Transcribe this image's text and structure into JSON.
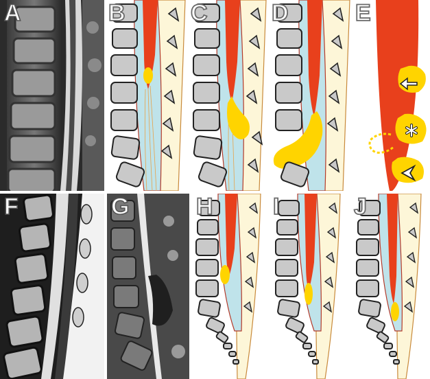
{
  "figure": {
    "panels": [
      {
        "id": "A",
        "label": "A",
        "kind": "mri"
      },
      {
        "id": "B",
        "label": "B",
        "kind": "schematic"
      },
      {
        "id": "C",
        "label": "C",
        "kind": "schematic"
      },
      {
        "id": "D",
        "label": "D",
        "kind": "schematic"
      },
      {
        "id": "E",
        "label": "E",
        "kind": "detail"
      },
      {
        "id": "F",
        "label": "F",
        "kind": "mri"
      },
      {
        "id": "G",
        "label": "G",
        "kind": "mri"
      },
      {
        "id": "H",
        "label": "H",
        "kind": "schematic"
      },
      {
        "id": "I",
        "label": "I",
        "kind": "schematic"
      },
      {
        "id": "J",
        "label": "J",
        "kind": "schematic"
      }
    ],
    "colors": {
      "cord": "#e8401c",
      "lesion": "#ffd400",
      "csf": "#bfe3ea",
      "canal_bg": "#fdf6d8",
      "vertebra": "#c9c9c9",
      "vertebra_outline": "#222222",
      "dura": "#b33a2a",
      "mri_dark": "#1a1a1a"
    },
    "detail_symbols": [
      "arrow-icon",
      "asterisk-icon",
      "arrowhead-icon"
    ]
  }
}
